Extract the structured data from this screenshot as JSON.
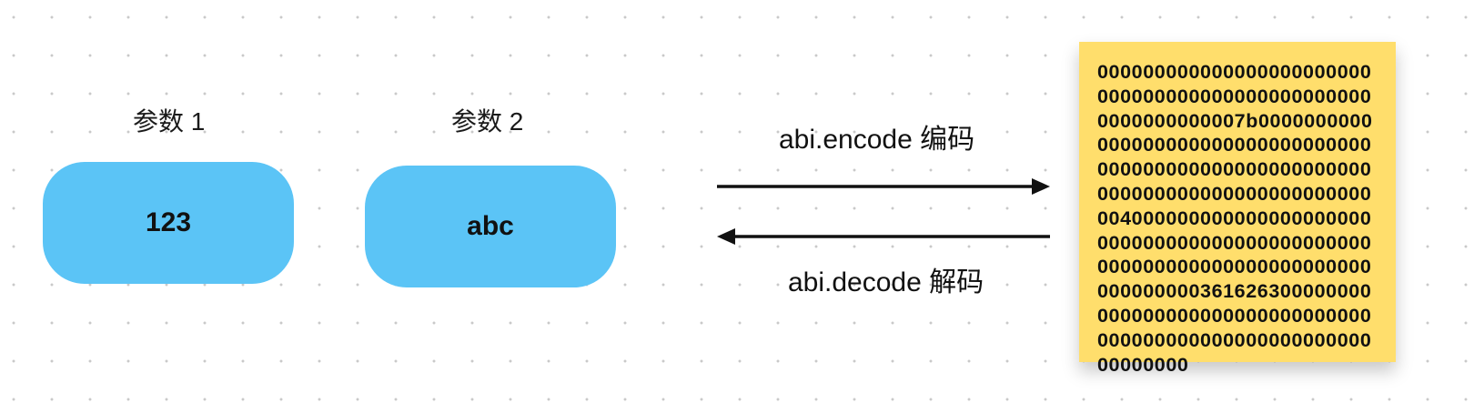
{
  "params": [
    {
      "label": "参数 1",
      "value": "123"
    },
    {
      "label": "参数 2",
      "value": "abc"
    }
  ],
  "encode_label": "abi.encode 编码",
  "decode_label": "abi.decode 解码",
  "encoded_output": "0000000000000000000000000000000000000000000000000000000000007b000000000000000000000000000000000000000000000000000000000000000000000000000000000000400000000000000000000000000000000000000000000000000000000000000000000000000000036162630000000000000000000000000000000000000000000000000000000000000000",
  "colors": {
    "param_box": "#5bc4f6",
    "note": "#ffde6c",
    "arrow": "#111111"
  }
}
